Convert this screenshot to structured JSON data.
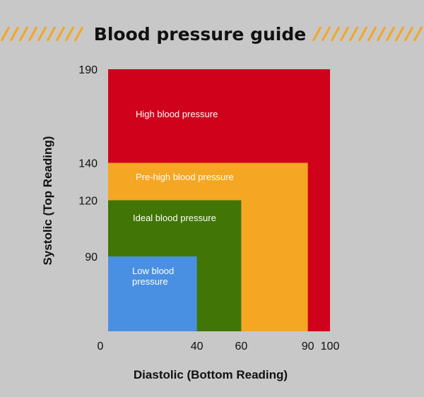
{
  "chart_data": {
    "type": "area",
    "title": "Blood pressure guide",
    "xlabel": "Diastolic (Bottom Reading)",
    "ylabel": "Systolic (Top Reading)",
    "x_ticks": [
      0,
      40,
      60,
      90,
      100
    ],
    "y_ticks": [
      90,
      120,
      140,
      190
    ],
    "zones": [
      {
        "label": "High blood pressure",
        "diastolic_max": 100,
        "systolic_max": 190,
        "color": "#d0021b"
      },
      {
        "label": "Pre-high blood pressure",
        "diastolic_max": 90,
        "systolic_max": 140,
        "color": "#f5a623"
      },
      {
        "label": "Ideal blood pressure",
        "diastolic_max": 60,
        "systolic_max": 120,
        "color": "#417505"
      },
      {
        "label": "Low blood pressure",
        "diastolic_max": 40,
        "systolic_max": 90,
        "color": "#4a90e2"
      }
    ]
  },
  "colors": {
    "background": "#c8c8c8",
    "accent_stripes": "#f5a623"
  }
}
